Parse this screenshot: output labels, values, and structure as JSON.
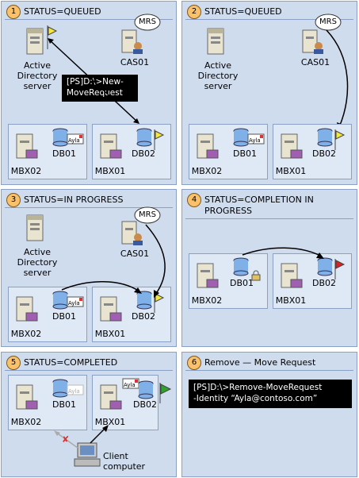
{
  "panels": [
    {
      "num": "1",
      "title": "STATUS=QUEUED"
    },
    {
      "num": "2",
      "title": "STATUS=QUEUED"
    },
    {
      "num": "3",
      "title": "STATUS=IN PROGRESS"
    },
    {
      "num": "4",
      "title": "STATUS=COMPLETION IN PROGRESS"
    },
    {
      "num": "5",
      "title": "STATUS=COMPLETED"
    },
    {
      "num": "6",
      "title": "Remove — Move Request"
    }
  ],
  "labels": {
    "ad_line1": "Active",
    "ad_line2": "Directory",
    "ad_line3": "server",
    "cas": "CAS01",
    "mrs": "MRS",
    "mbx02": "MBX02",
    "mbx01": "MBX01",
    "db01": "DB01",
    "db02": "DB02",
    "ayla": "Ayla",
    "client_line1": "Client",
    "client_line2": "computer"
  },
  "commands": {
    "new_move_line1": "[PS]D:\\>New-",
    "new_move_line2": "MoveRequest",
    "remove_line1": "[PS]D:\\>Remove-MoveRequest",
    "remove_line2": "-Identity “Ayla@contoso.com”"
  },
  "colors": {
    "panel_bg": "#cfdcee",
    "badge": "#fbc16a",
    "flag_yellow": "#f5e63a",
    "flag_red": "#e02020",
    "flag_green": "#2fa32f"
  }
}
